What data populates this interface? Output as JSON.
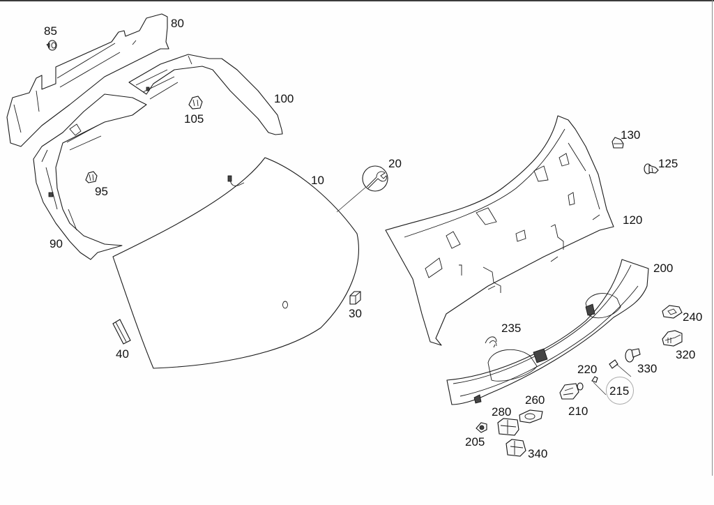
{
  "diagram": {
    "title": "Tailgate interior trim and rear window parts diagram",
    "colors": {
      "line": "#1a1a1a",
      "background": "#ffffff",
      "top_border": "#3a3a3a"
    },
    "callouts": [
      {
        "id": "85",
        "text": "85",
        "part": "clip"
      },
      {
        "id": "80",
        "text": "80",
        "part": "upper-trim-panel"
      },
      {
        "id": "100",
        "text": "100",
        "part": "right-pillar-trim"
      },
      {
        "id": "105",
        "text": "105",
        "part": "clip"
      },
      {
        "id": "95",
        "text": "95",
        "part": "clip"
      },
      {
        "id": "90",
        "text": "90",
        "part": "left-pillar-trim"
      },
      {
        "id": "10",
        "text": "10",
        "part": "rear-window-glass"
      },
      {
        "id": "20",
        "text": "20",
        "part": "installation-service-wrench"
      },
      {
        "id": "30",
        "text": "30",
        "part": "spacer-block"
      },
      {
        "id": "40",
        "text": "40",
        "part": "spacer-strip"
      },
      {
        "id": "130",
        "text": "130",
        "part": "clip"
      },
      {
        "id": "125",
        "text": "125",
        "part": "expanding-rivet"
      },
      {
        "id": "120",
        "text": "120",
        "part": "tailgate-inner-trim-panel"
      },
      {
        "id": "200",
        "text": "200",
        "part": "lower-tailgate-trim"
      },
      {
        "id": "240",
        "text": "240",
        "part": "switch-frame"
      },
      {
        "id": "320",
        "text": "320",
        "part": "switch-housing"
      },
      {
        "id": "330",
        "text": "330",
        "part": "lamp-socket"
      },
      {
        "id": "235",
        "text": "235",
        "part": "wire-clip"
      },
      {
        "id": "220",
        "text": "220",
        "part": "bulb"
      },
      {
        "id": "215",
        "text": "215",
        "part": "lamp-assembly"
      },
      {
        "id": "210",
        "text": "210",
        "part": "interior-light"
      },
      {
        "id": "260",
        "text": "260",
        "part": "cover-frame"
      },
      {
        "id": "280",
        "text": "280",
        "part": "switch"
      },
      {
        "id": "205",
        "text": "205",
        "part": "cap"
      },
      {
        "id": "340",
        "text": "340",
        "part": "switch-unit"
      }
    ]
  }
}
